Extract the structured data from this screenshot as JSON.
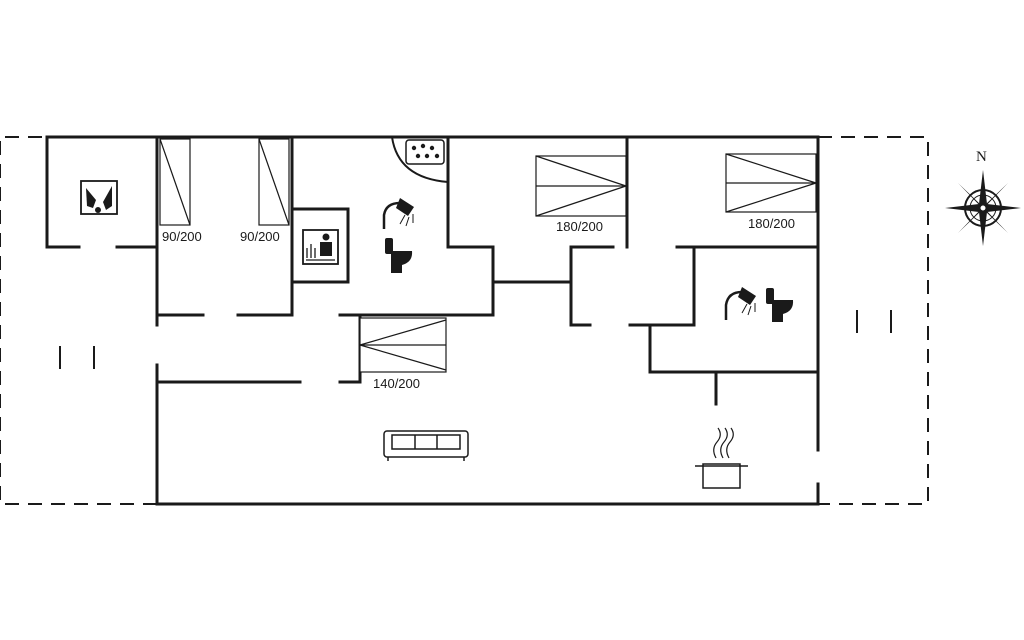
{
  "floorplan": {
    "bed_labels": [
      "90/200",
      "90/200",
      "180/200",
      "180/200",
      "140/200"
    ],
    "compass": {
      "north_label": "N"
    },
    "icons": [
      "sauna-icon",
      "hot-tub-icon",
      "shower-icon",
      "toilet-icon",
      "shower-icon",
      "toilet-icon",
      "sofa-icon",
      "cooking-pot-icon",
      "compass-icon"
    ],
    "colors": {
      "line": "#1a1a1a",
      "background": "#ffffff"
    }
  }
}
